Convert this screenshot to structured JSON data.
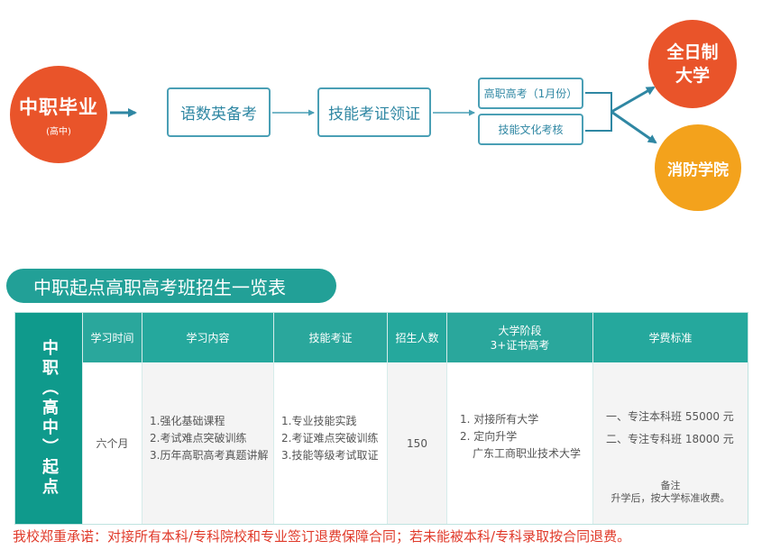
{
  "flow": {
    "start_title": "中职毕业",
    "start_sub": "(高中)",
    "step1": "语数英备考",
    "step2": "技能考证领证",
    "branch1": "高职高考（1月份）",
    "branch2": "技能文化考核",
    "end1_line1": "全日制",
    "end1_line2": "大学",
    "end2": "消防学院"
  },
  "table_title": "中职起点高职高考班招生一览表",
  "table": {
    "side_label": "中职（高中）起点",
    "headers": {
      "time": "学习时间",
      "content": "学习内容",
      "cert": "技能考证",
      "count": "招生人数",
      "uni_line1": "大学阶段",
      "uni_line2": "3+证书高考",
      "fee": "学费标准"
    },
    "row": {
      "time": "六个月",
      "content": [
        "1.强化基础课程",
        "2.考试难点突破训练",
        "3.历年高职高考真题讲解"
      ],
      "cert": [
        "1.专业技能实践",
        "2.考证难点突破训练",
        "3.技能等级考试取证"
      ],
      "count": "150",
      "uni": [
        "1. 对接所有大学",
        "2. 定向升学",
        "广东工商职业技术大学"
      ],
      "fee": [
        "一、专注本科班 55000 元",
        "二、专注专科班 18000 元"
      ],
      "note_title": "备注",
      "note_text": "升学后，按大学标准收费。"
    },
    "colors": {
      "header_a": "#2aa79c",
      "header_b": "#25a89d",
      "body_a": "#ffffff",
      "body_b": "#f4f4f4",
      "side": "#0f9a8c"
    }
  },
  "promise": "我校郑重承诺：对接所有本科/专科院校和专业签订退费保障合同；若未能被本科/专科录取按合同退费。"
}
